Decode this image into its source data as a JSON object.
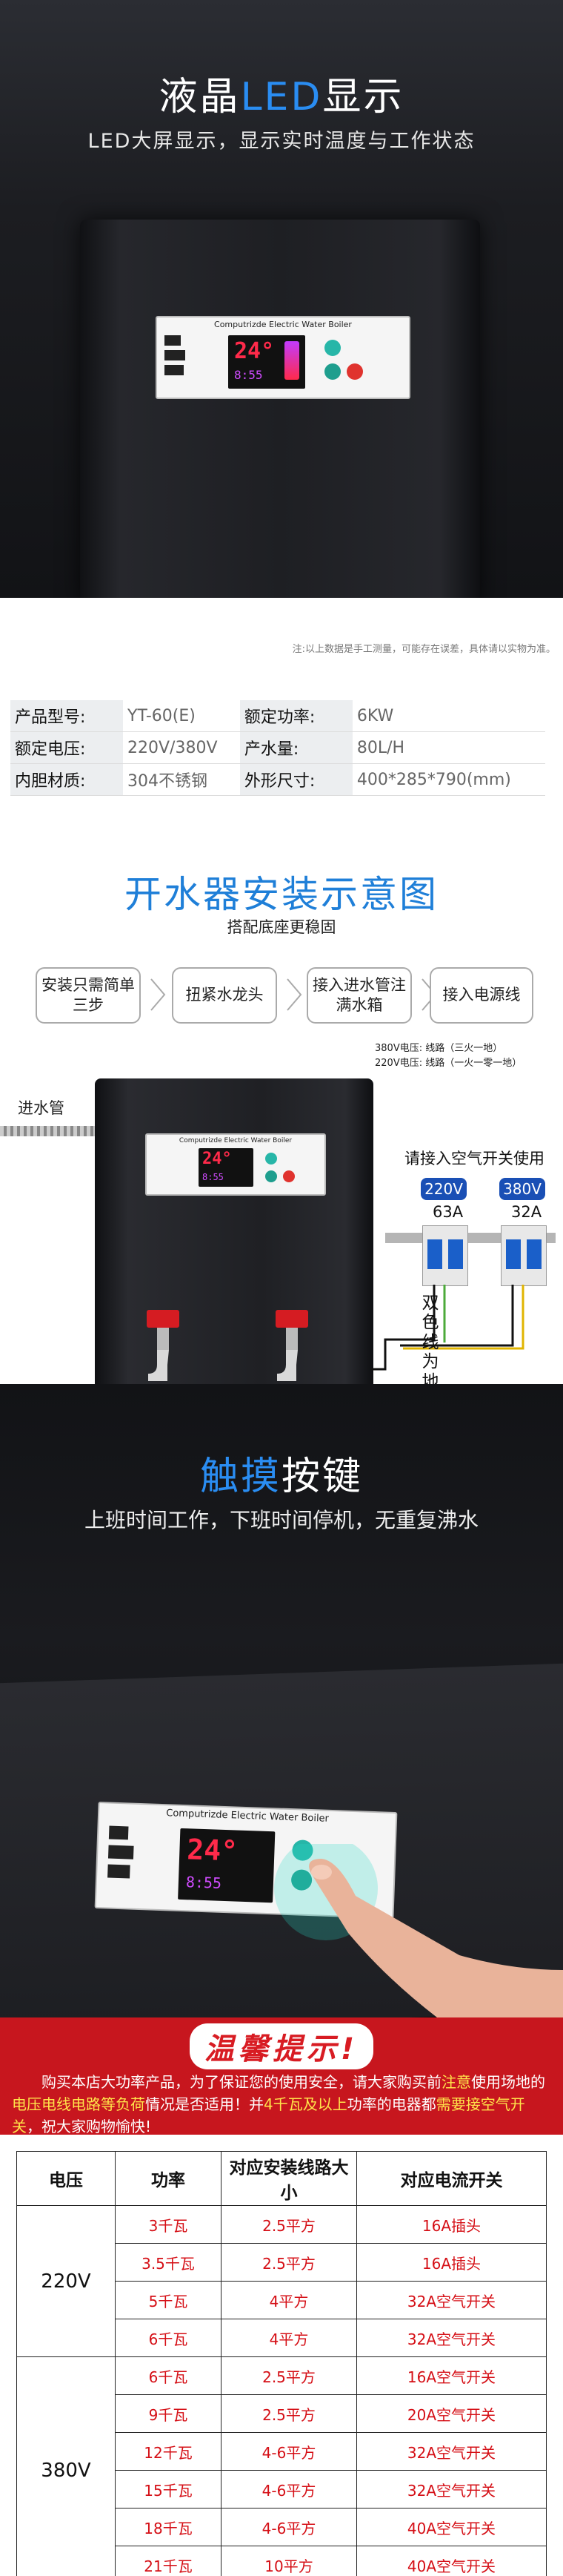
{
  "section1": {
    "title_prefix": "液晶",
    "title_highlight": "LED",
    "title_suffix": "显示",
    "subtitle": "LED大屏显示，显示实时温度与工作状态",
    "panel": {
      "brand": "Computrizde Electric Water Boiler",
      "temp": "24°",
      "time": "8:55"
    }
  },
  "section2": {
    "note": "注:以上数据是手工测量，可能存在误差，具体请以实物为准。",
    "specs": [
      {
        "k1": "产品型号:",
        "v1": "YT-60(E)",
        "k2": "额定功率:",
        "v2": "6KW"
      },
      {
        "k1": "额定电压:",
        "v1": "220V/380V",
        "k2": "产水量:",
        "v2": "80L/H"
      },
      {
        "k1": "内胆材质:",
        "v1": "304不锈钢",
        "k2": "外形尺寸:",
        "v2": "400*285*790(mm)"
      }
    ]
  },
  "section3": {
    "title": "开水器安装示意图",
    "subtitle": "搭配底座更稳固",
    "steps": [
      "安装只需简单三步",
      "扭紧水龙头",
      "接入进水管注满水箱",
      "接入电源线"
    ],
    "volt_note_1": "380V电压: 线路（三火一地）",
    "volt_note_2": "220V电压: 线路（一火一零一地）",
    "inlet_label": "进水管",
    "breaker_title": "请接入空气开关使用",
    "v220": "220V",
    "v380": "380V",
    "a63": "63A",
    "a32": "32A",
    "ground_label": "双色线为地线"
  },
  "section4": {
    "title_highlight": "触摸",
    "title_suffix": "按键",
    "subtitle": "上班时间工作，下班时间停机，无重复沸水",
    "panel": {
      "brand": "Computrizde Electric Water Boiler",
      "temp": "24°",
      "time": "8:55"
    }
  },
  "section5": {
    "banner_title": "温馨提示!",
    "para_1": "购买本店大功率产品，为了保证您的使用安全，请大家购买前",
    "para_hl_1": "注意",
    "para_2": "使用场地的",
    "para_hl_2": "电压电线电路等负荷",
    "para_3": "情况是否适用！并",
    "para_hl_3": "4千瓦及以上",
    "para_4": "功率的电器都",
    "para_hl_4": "需要接空气开关",
    "para_5": "，祝大家购物愉快!",
    "headers": [
      "电压",
      "功率",
      "对应安装线路大小",
      "对应电流开关"
    ],
    "groups": [
      {
        "voltage": "220V",
        "rows": [
          {
            "power": "3千瓦",
            "wire": "2.5平方",
            "switch": "16A插头"
          },
          {
            "power": "3.5千瓦",
            "wire": "2.5平方",
            "switch": "16A插头"
          },
          {
            "power": "5千瓦",
            "wire": "4平方",
            "switch": "32A空气开关"
          },
          {
            "power": "6千瓦",
            "wire": "4平方",
            "switch": "32A空气开关"
          }
        ]
      },
      {
        "voltage": "380V",
        "rows": [
          {
            "power": "6千瓦",
            "wire": "2.5平方",
            "switch": "16A空气开关"
          },
          {
            "power": "9千瓦",
            "wire": "2.5平方",
            "switch": "20A空气开关"
          },
          {
            "power": "12千瓦",
            "wire": "4-6平方",
            "switch": "32A空气开关"
          },
          {
            "power": "15千瓦",
            "wire": "4-6平方",
            "switch": "32A空气开关"
          },
          {
            "power": "18千瓦",
            "wire": "4-6平方",
            "switch": "40A空气开关"
          },
          {
            "power": "21千瓦",
            "wire": "10平方",
            "switch": "40A空气开关"
          }
        ]
      }
    ]
  }
}
